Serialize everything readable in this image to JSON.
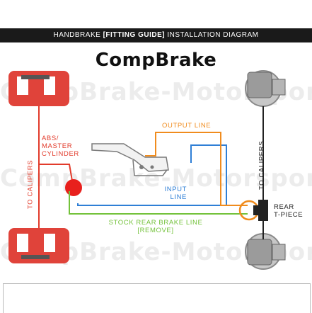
{
  "header": {
    "part1": "HANDBRAKE",
    "part2": "[FITTING GUIDE]",
    "part3": "INSTALLATION DIAGRAM"
  },
  "brand": "CompBrake",
  "watermark": "CompBrake-Motorsport",
  "labels": {
    "abs_master": [
      "ABS/",
      "MASTER",
      "CYLINDER"
    ],
    "to_calipers_left": "TO CALIPERS",
    "to_calipers_right": "TO CALIPERS",
    "output_line": "OUTPUT LINE",
    "input_line": [
      "INPUT",
      "LINE"
    ],
    "stock_rear": [
      "STOCK REAR BRAKE LINE",
      "[REMOVE]"
    ],
    "rear_tpiece": [
      "REAR",
      "T-PIECE"
    ]
  },
  "colors": {
    "header_bg": "#1a1a1a",
    "caliper_red": "#e0433a",
    "line_red": "#e23b2b",
    "output_orange": "#f08c1e",
    "input_blue": "#2f7fd6",
    "stock_green": "#73c23a",
    "tpiece_dark": "#222222"
  }
}
